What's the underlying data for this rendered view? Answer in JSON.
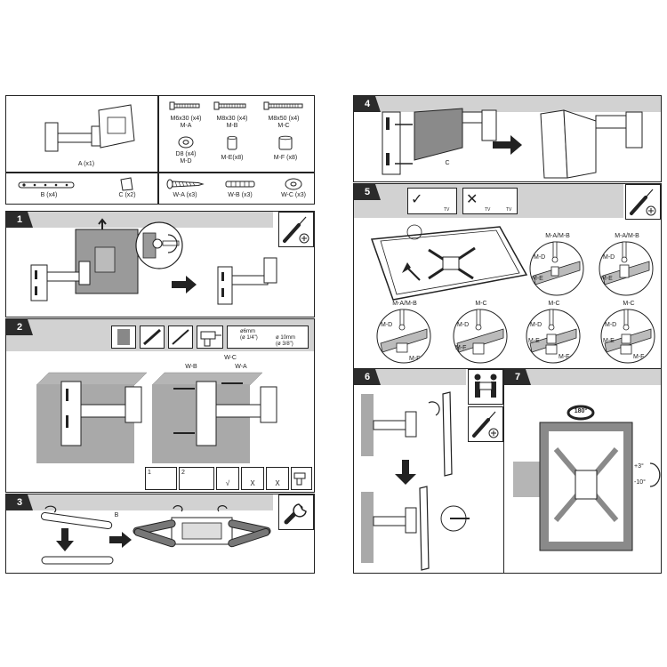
{
  "parts": {
    "a": "A (x1)",
    "b": "B (x4)",
    "c": "C (x2)",
    "ma_size": "M6x30 (x4)",
    "ma_code": "M-A",
    "mb_size": "M8x30 (x4)",
    "mb_code": "M-B",
    "mc_size": "M8x50 (x4)",
    "mc_code": "M-C",
    "md_size": "D8 (x4)",
    "md_code": "M-D",
    "me": "M-E(x8)",
    "mf": "M-F (x8)",
    "wa": "W-A (x3)",
    "wb": "W-B (x3)",
    "wc": "W-C (x3)"
  },
  "steps": {
    "s1": "1",
    "s2": "2",
    "s3": "3",
    "s4": "4",
    "s5": "5",
    "s6": "6",
    "s7": "7"
  },
  "step2": {
    "wb": "W-B",
    "wc": "W-C",
    "wa": "W-A",
    "drill1": "ø6mm",
    "drill2": "(ø 1/4\")",
    "drill3": "ø 10mm",
    "drill4": "(ø 3/8\")",
    "sub1": "1",
    "sub2": "2",
    "check": "√",
    "cross1": "X",
    "cross2": "X"
  },
  "step3": {
    "b": "B"
  },
  "step4": {
    "c": "C"
  },
  "step5": {
    "tv1": "TV",
    "tv2": "TV",
    "tv3": "TV",
    "details": [
      {
        "top": "M-A/M-B",
        "d": "M-D",
        "e": "M-E"
      },
      {
        "top": "M-A/M-B",
        "d": "M-D",
        "e": "M-E"
      },
      {
        "top": "M-A/M-B",
        "d": "M-D",
        "f": "M-F"
      },
      {
        "top": "M-C",
        "d": "M-D",
        "f": "M-F"
      },
      {
        "top": "M-C",
        "d": "M-D",
        "e": "M-E",
        "f": "M-F"
      },
      {
        "top": "M-C",
        "d": "M-D",
        "e": "M-E",
        "f": "M-F"
      }
    ]
  },
  "step7": {
    "rot": "180°",
    "tilt_up": "+3°",
    "tilt_down": "-10°"
  },
  "colors": {
    "bar": "#d2d2d2",
    "ink": "#222222",
    "wall": "#a9a9a9",
    "frame": "#8a8a8a"
  }
}
